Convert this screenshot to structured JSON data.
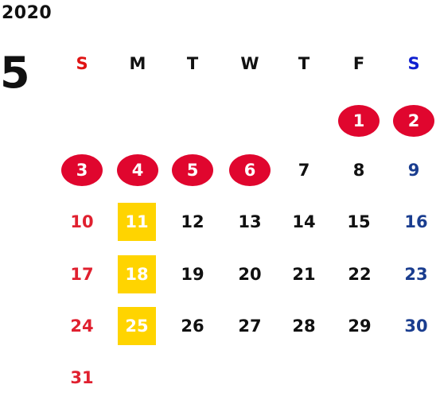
{
  "year": "2020",
  "month": "5",
  "weekdays": [
    "S",
    "M",
    "T",
    "W",
    "T",
    "F",
    "S"
  ],
  "weeks": [
    [
      "",
      "",
      "",
      "",
      "",
      "1",
      "2"
    ],
    [
      "3",
      "4",
      "5",
      "6",
      "7",
      "8",
      "9"
    ],
    [
      "10",
      "11",
      "12",
      "13",
      "14",
      "15",
      "16"
    ],
    [
      "17",
      "18",
      "19",
      "20",
      "21",
      "22",
      "23"
    ],
    [
      "24",
      "25",
      "26",
      "27",
      "28",
      "29",
      "30"
    ],
    [
      "31",
      "",
      "",
      "",
      "",
      "",
      ""
    ]
  ],
  "holiday_marks": [
    "1",
    "2",
    "3",
    "4",
    "5",
    "6"
  ],
  "highlight_marks": [
    "11",
    "18",
    "25"
  ],
  "colors": {
    "holiday_circle": "#e0062e",
    "highlight_box": "#ffd400",
    "sunday_text": "#e0202f",
    "saturday_text": "#1a3d8f",
    "weekday_text": "#111111"
  }
}
